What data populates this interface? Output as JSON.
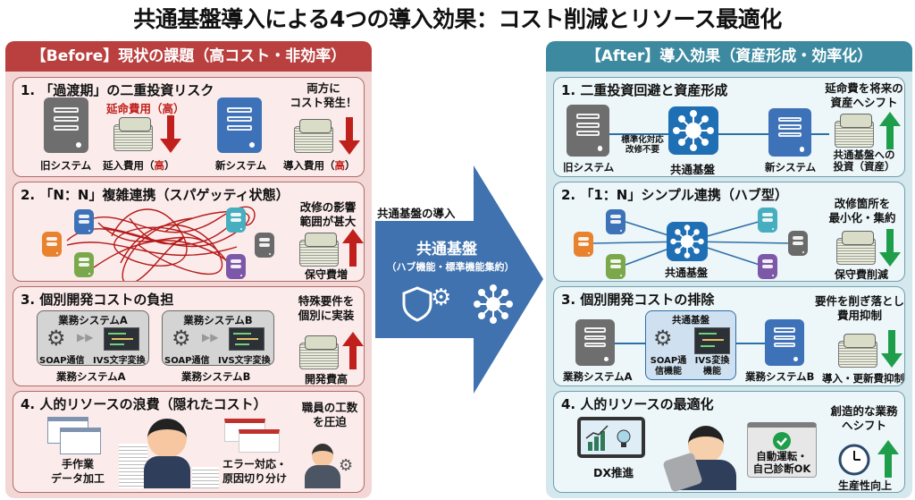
{
  "title": "共通基盤導入による4つの導入効果：コスト削減とリソース最適化",
  "colors": {
    "before_header": "#b9403f",
    "after_header": "#3d8aa0",
    "arrow": "#3f72ae",
    "red_arrow": "#c0201c",
    "green_arrow": "#1e9e4a",
    "hub": "#1f6fb5"
  },
  "before": {
    "header": "【Before】現状の課題（高コスト・非効率）",
    "card1": {
      "title": "1. 「過渡期」の二重投資リスク",
      "old_system": "旧システム",
      "extension_cost_label": "延命費用（高）",
      "extension_cost_caption": "延入費用（",
      "extension_cost_high": "高",
      "new_system": "新システム",
      "intro_cost_caption": "導入費用（",
      "intro_cost_high": "高",
      "close_paren": "）",
      "note_line1": "両方に",
      "note_line2": "コスト発生！"
    },
    "card2": {
      "title": "2. 「N：N」複雑連携（スパゲッティ状態）",
      "note_line1": "改修の影響",
      "note_line2": "範囲が甚大",
      "cost_label": "保守費増"
    },
    "card3": {
      "title": "3. 個別開発コストの負担",
      "system_a": "業務システムA",
      "system_b": "業務システムB",
      "soap": "SOAP通信",
      "ivs": "IVS文字変換",
      "note_line1": "特殊要件を",
      "note_line2": "個別に実装",
      "cost_label": "開発費高"
    },
    "card4": {
      "title": "4. 人的リソースの浪費（隠れたコスト）",
      "manual_line1": "手作業",
      "manual_line2": "データ加工",
      "error_line1": "エラー対応・",
      "error_line2": "原因切り分け",
      "note_line1": "職員の工数",
      "note_line2": "を圧迫"
    }
  },
  "center_arrow": {
    "caption": "共通基盤の導入",
    "title": "共通基盤",
    "subtitle": "（ハブ機能・標準機能集約）"
  },
  "after": {
    "header": "【After】導入効果（資産形成・効率化）",
    "card1": {
      "title": "1. 二重投資回避と資産形成",
      "old_system": "旧システム",
      "link_line1": "標準化対応",
      "link_line2": "改修不要",
      "hub": "共通基盤",
      "new_system": "新システム",
      "note_line1": "延命費を将来の",
      "note_line2": "資産へシフト",
      "invest_line1": "共通基盤への",
      "invest_line2": "投資（資産）"
    },
    "card2": {
      "title": "2. 「1：N」シンプル連携（ハブ型）",
      "hub": "共通基盤",
      "note_line1": "改修箇所を",
      "note_line2": "最小化・集約",
      "cost_label": "保守費削減"
    },
    "card3": {
      "title": "3. 個別開発コストの排除",
      "system_a": "業務システムA",
      "platform": "共通基盤",
      "soap_line1": "SOAP通",
      "soap_line2": "信機能",
      "ivs_line1": "IVS変換",
      "ivs_line2": "機能",
      "system_b": "業務システムB",
      "note_line1": "要件を削ぎ落とし",
      "note_line2": "費用抑制",
      "cost_label": "導入・更新費抑制"
    },
    "card4": {
      "title": "4. 人的リソースの最適化",
      "dx": "DX推進",
      "auto_line1": "自動運転・",
      "auto_line2": "自己診断OK",
      "note_line1": "創造的な業務",
      "note_line2": "へシフト",
      "result": "生産性向上"
    }
  }
}
